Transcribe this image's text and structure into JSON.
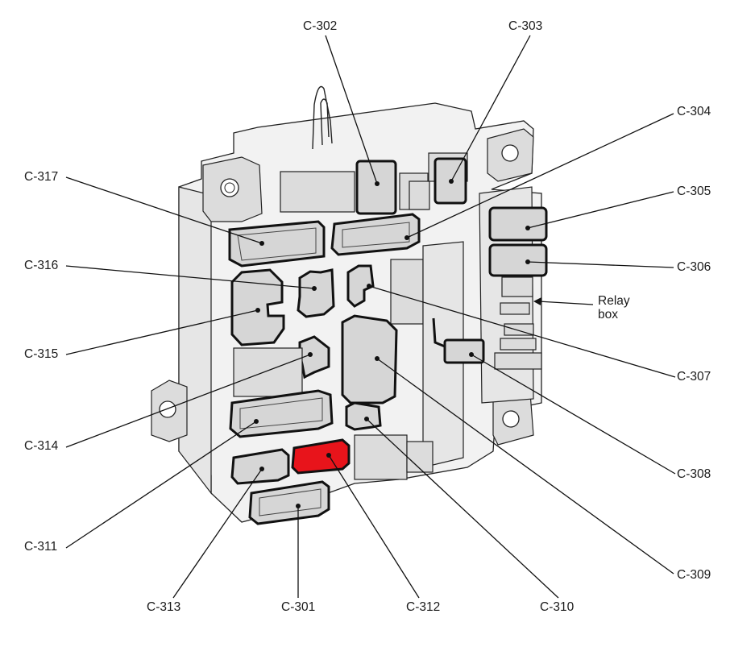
{
  "labels": {
    "c302": "C-302",
    "c303": "C-303",
    "c304": "C-304",
    "c305": "C-305",
    "c306": "C-306",
    "c307": "C-307",
    "c308": "C-308",
    "c309": "C-309",
    "c310": "C-310",
    "c301": "C-301",
    "c312": "C-312",
    "c313": "C-313",
    "c311": "C-311",
    "c314": "C-314",
    "c315": "C-315",
    "c316": "C-316",
    "c317": "C-317"
  },
  "relay_box": {
    "line1": "Relay",
    "line2": "box"
  },
  "highlight": {
    "connector": "C-312",
    "color": "#e8141b"
  }
}
